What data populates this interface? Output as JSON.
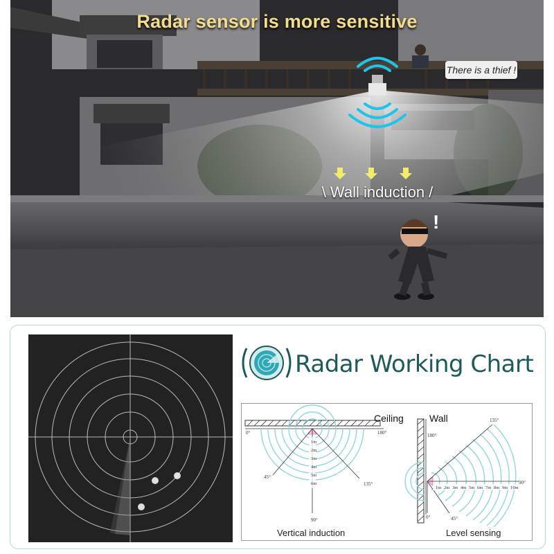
{
  "scene": {
    "headline": "Radar sensor is more sensitive",
    "speech_bubble": "There is a thief !",
    "wall_label": "\\ Wall induction /",
    "colors": {
      "headline": "#f3dc8c",
      "radar_wave": "#1fc4e8",
      "arrow": "#f2ec6a"
    }
  },
  "chart": {
    "title": "Radar Working Chart",
    "ceiling_label": "Ceiling",
    "wall_label": "Wall",
    "vertical_caption": "Vertical induction",
    "level_caption": "Level sensing",
    "vertical": {
      "angles": [
        "0°",
        "180°",
        "45°",
        "135°",
        "90°"
      ],
      "distances": [
        "1m",
        "2m",
        "3m",
        "4m",
        "5m",
        "6m"
      ]
    },
    "level": {
      "angles": [
        "135°",
        "180°",
        "90°",
        "0°",
        "45°"
      ],
      "distances": [
        "1m",
        "2m",
        "3m",
        "4m",
        "5m",
        "6m",
        "7m",
        "8m",
        "9m",
        "10m"
      ]
    },
    "colors": {
      "title": "#1e5a5a",
      "wave": "#8fd8de",
      "frame": "#9a9a9a"
    }
  }
}
